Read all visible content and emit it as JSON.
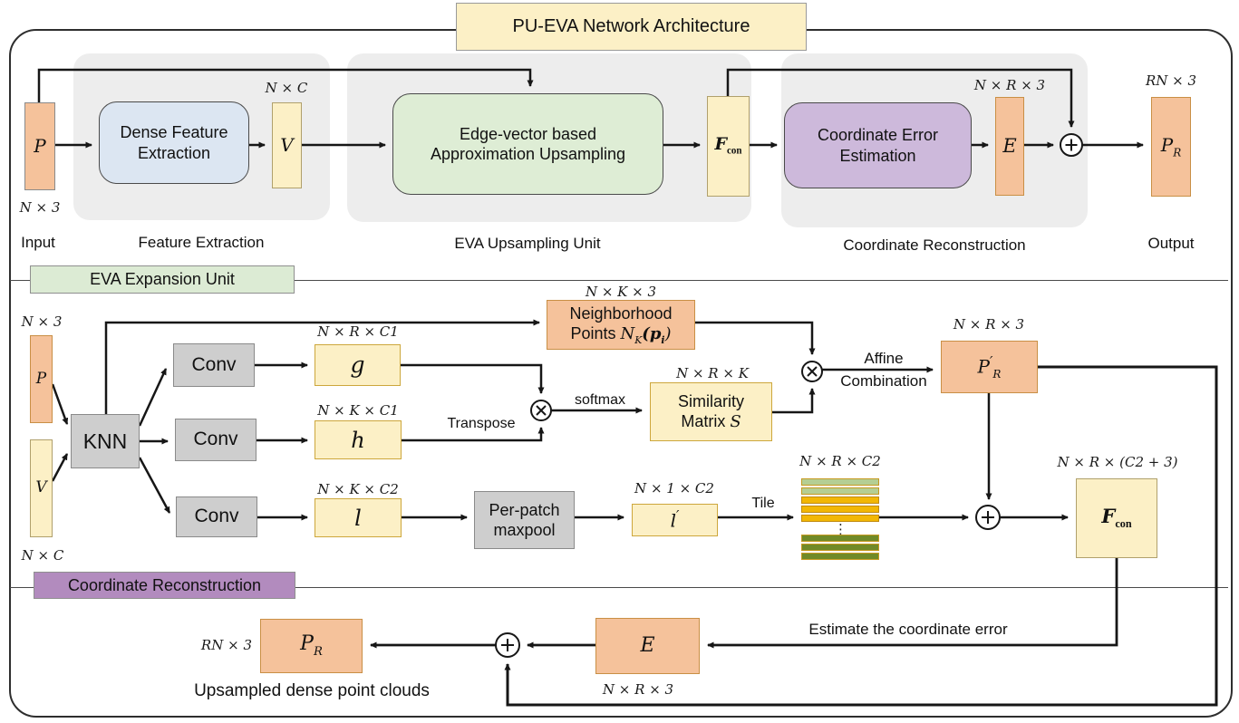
{
  "palette": {
    "orange_fill": "#F5C29B",
    "yellow_fill": "#FCF0C6",
    "blue_fill": "#DCE6F2",
    "green_fill": "#DEEDD5",
    "purple_fill": "#CDB9DB",
    "gray_fill": "#CECECE",
    "panel_fill": "#EDEDED",
    "label_green": "#DCEBD4",
    "label_purple": "#B28BBE",
    "wire": "#161616"
  },
  "title": "PU-EVA Network Architecture",
  "top": {
    "p_label": "P",
    "input_dim": "N × 3",
    "input_caption": "Input",
    "dense_box": "Dense Feature Extraction",
    "feature_panel_caption": "Feature Extraction",
    "v_label": "V",
    "v_dim": "N × C",
    "green_line1": "Edge-vector based",
    "green_line2": "Approximation Upsampling",
    "eva_panel_caption": "EVA  Upsampling Unit",
    "fcon_base": "F",
    "fcon_sub": "con",
    "purple_line1": "Coordinate Error",
    "purple_line2": "Estimation",
    "coord_panel_caption": "Coordinate Reconstruction",
    "e_label": "E",
    "e_dim": "N × R × 3",
    "pr_base": "P",
    "pr_sub": "R",
    "pr_dim": "RN × 3",
    "output_caption": "Output"
  },
  "middle": {
    "section_label": "EVA Expansion Unit",
    "p_label": "P",
    "p_dim": "N × 3",
    "v_label": "V",
    "v_dim": "N × C",
    "knn": "KNN",
    "conv": "Conv",
    "g_label": "g",
    "g_dim": "N × R × C1",
    "h_label": "h",
    "h_dim": "N × K × C1",
    "l_label": "l",
    "l_dim": "N × K × C2",
    "transpose": "Transpose",
    "softmax": "softmax",
    "np_line1": "Neighborhood",
    "np_line2": "Points ",
    "np_var": "N",
    "np_varsub": "K",
    "np_args": "(p",
    "np_argsub": "i",
    "np_close": ")",
    "np_dim": "N × K × 3",
    "sim_line1": "Similarity",
    "sim_line2": "Matrix ",
    "sim_var": "S",
    "sim_dim": "N × R × K",
    "affine_line1": "Affine",
    "affine_line2": "Combination",
    "prp_base": "P",
    "prp_prime": "′",
    "prp_sub": "R",
    "prp_dim": "N × R × 3",
    "maxpool_line1": "Per-patch",
    "maxpool_line2": "maxpool",
    "lp_base": "l",
    "lp_prime": "′",
    "lp_dim": "N × 1 × C2",
    "tile": "Tile",
    "tile_dim": "N × R × C2",
    "tile_dots": "⋮",
    "fcon_base": "F",
    "fcon_sub": "con",
    "fcon_dim": "N × R × (C2 + 3)"
  },
  "bottom": {
    "section_label": "Coordinate Reconstruction",
    "pr_base": "P",
    "pr_sub": "R",
    "pr_dim": "RN × 3",
    "caption": "Upsampled dense point clouds",
    "e_label": "E",
    "e_dim": "N × R × 3",
    "estimate_caption": "Estimate the coordinate error"
  }
}
